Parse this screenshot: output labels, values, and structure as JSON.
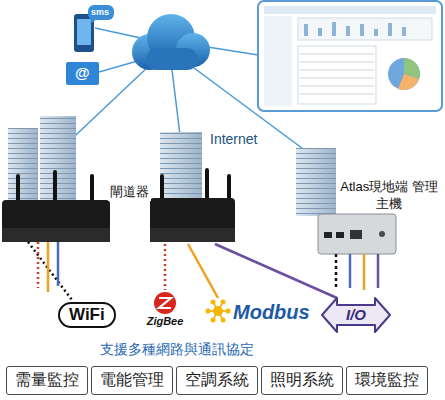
{
  "diagram": {
    "nodes": [
      {
        "text": [
          "閘道器"
        ]
      },
      {
        "text": [
          "Atlas現地端 管理主機"
        ]
      },
      {
        "text": [
          "WiFi"
        ]
      },
      {
        "text": [
          "ZigBee"
        ]
      },
      {
        "text": [
          "Modbus"
        ]
      },
      {
        "text": [
          "I/O"
        ]
      },
      {
        "text": [
          "需量監控"
        ]
      },
      {
        "text": [
          "電能管理"
        ]
      },
      {
        "text": [
          "空調系統"
        ]
      },
      {
        "text": [
          "照明系統"
        ]
      },
      {
        "text": [
          "環境監控"
        ]
      }
    ],
    "edges": [
      {
        "from": 0,
        "to": 3,
        "arrow": "none"
      },
      {
        "from": 0,
        "to": 4,
        "arrow": "none"
      },
      {
        "from": 0,
        "to": 5,
        "arrow": "none"
      }
    ],
    "labels": [
      "sms",
      "@",
      "Internet",
      "支援多種網路與通訊協定"
    ]
  }
}
